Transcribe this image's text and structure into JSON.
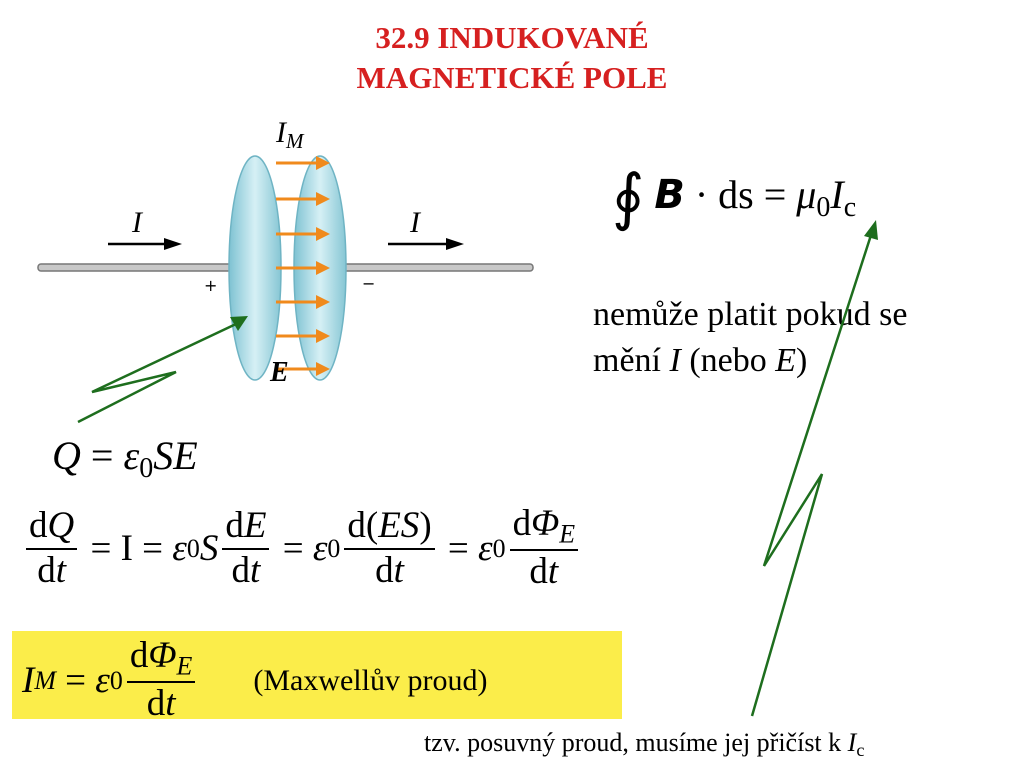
{
  "title": {
    "line1": "32.9  INDUKOVANÉ",
    "line2": "MAGNETICKÉ POLE"
  },
  "diagram": {
    "label_IM": "I",
    "label_IM_sub": "M",
    "label_I_left": "I",
    "label_I_right": "I",
    "label_E": "E",
    "plus_sign": "+",
    "minus_sign": "−",
    "colors": {
      "plate": "#9fd3df",
      "plate_edge": "#6fb4c4",
      "field_arrow": "#f08a1c",
      "pointer_arrow": "#1e6e1e",
      "wire": "#888888"
    }
  },
  "ampere_law": {
    "integral": "∮",
    "B": "B",
    "dot": "·",
    "ds": "ds",
    "equals": "=",
    "mu": "μ",
    "mu_sub": "0",
    "I": "I",
    "I_sub": "c"
  },
  "note": {
    "line1": "nemůže platit pokud se",
    "line2_a": "mění  ",
    "line2_I": "I",
    "line2_b": " (nebo ",
    "line2_E": "E",
    "line2_c": ")"
  },
  "charge_eq": {
    "Q": "Q",
    "equals": " = ",
    "eps": "ε",
    "eps_sub": "0",
    "SE": "SE"
  },
  "current_eq": {
    "dQ_num": "dQ",
    "dt": "dt",
    "eq_I": " = I = ",
    "eps": "ε",
    "sub0": "0",
    "S": "S",
    "dE_num": "dE",
    "eq": " = ",
    "dES_num": "d(ES)",
    "dPhiE_num": "dΦ",
    "phi_sub": "E"
  },
  "maxwell": {
    "I": "I",
    "I_sub": "M",
    "eq": " = ",
    "eps": "ε",
    "sub0": "0",
    "num": "dΦ",
    "num_sub": "E",
    "den": "dt",
    "name": "(Maxwellův proud)"
  },
  "bottom_note": {
    "text": "tzv. posuvný proud, musíme jej přičíst k ",
    "I": "I",
    "I_sub": "c"
  }
}
